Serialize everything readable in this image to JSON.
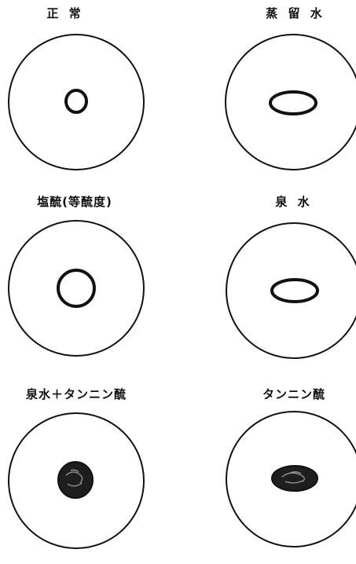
{
  "panels": [
    {
      "label": "正 常",
      "cell": "ring-small"
    },
    {
      "label": "蒸 留 水",
      "cell": "ring-oval"
    },
    {
      "label": "塩酼(等酼度)",
      "cell": "ring-large"
    },
    {
      "label": "泉 水",
      "cell": "ring-oval"
    },
    {
      "label": "泉水＋タンニン酼",
      "cell": "dark-round"
    },
    {
      "label": "タンニン酼",
      "cell": "dark-oval"
    }
  ],
  "colors": {
    "ink": "#111111",
    "paper": "#ffffff",
    "stain": "#1e1e1e"
  }
}
